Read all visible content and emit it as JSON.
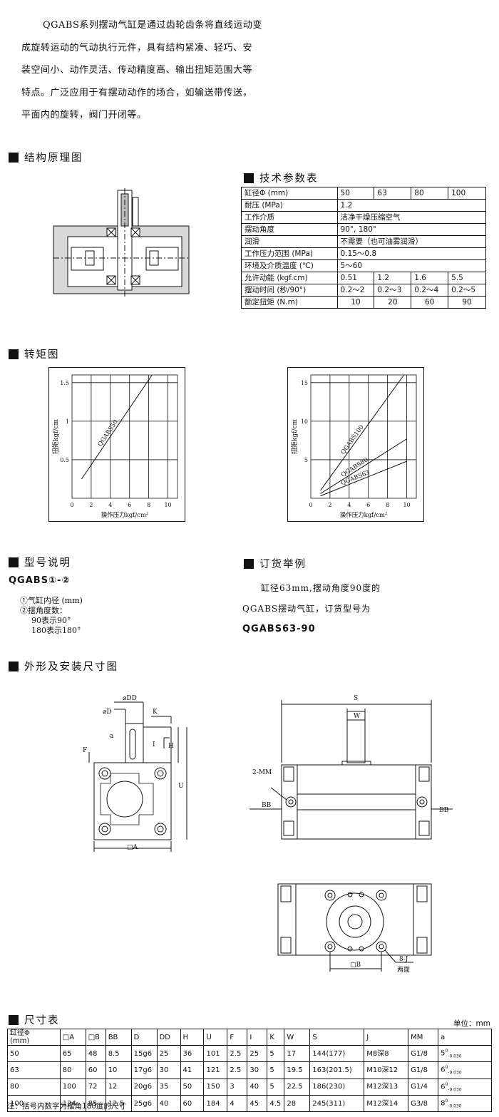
{
  "intro": {
    "lines": [
      "QGABS系列摆动气缸是通过齿轮齿条将直线运动变",
      "成旋转运动的气动执行元件，具有结构紧凑、轻巧、安",
      "装空间小、动作灵活、传动精度高、输出扭矩范围大等",
      "特点。广泛应用于有摆动动作的场合，如输送带传送，",
      "平面内的旋转，阀门开闭等。"
    ]
  },
  "sections": {
    "structure": "结构原理图",
    "tech": "技术参数表",
    "torque": "转矩图",
    "model": "型号说明",
    "order": "订货举例",
    "outline": "外形及安装尺寸图",
    "dims": "尺寸表"
  },
  "spec_table": {
    "header": {
      "label": "缸径Φ (mm)",
      "values": [
        "50",
        "63",
        "80",
        "100"
      ]
    },
    "rows": [
      {
        "label": "耐压 (MPa)",
        "value": "1.2"
      },
      {
        "label": "工作介质",
        "value": "洁净干燥压缩空气"
      },
      {
        "label": "摆动角度",
        "value": "90°, 180°"
      },
      {
        "label": "润滑",
        "value": "不需要（也可油雾润滑）"
      },
      {
        "label": "工作压力范围 (MPa)",
        "value": "0.15～0.8"
      },
      {
        "label": "环境及介质温度 (℃)",
        "value": "5～60"
      }
    ],
    "multi_rows": [
      {
        "label": "允许动能 (kgf.cm)",
        "values": [
          "0.51",
          "1.2",
          "1.6",
          "5.5"
        ]
      },
      {
        "label": "摆动时间 (秒/90°)",
        "values": [
          "0.2～2",
          "0.2～3",
          "0.2～4",
          "0.2～5"
        ]
      },
      {
        "label": "额定扭矩 (N.m)",
        "values": [
          "10",
          "20",
          "60",
          "90"
        ]
      }
    ]
  },
  "chart_data": [
    {
      "type": "line",
      "ylabel": "扭矩kgf/cm",
      "xlabel": "操作压力kgf/cm²",
      "xlim": [
        0,
        11
      ],
      "ylim": [
        0,
        1.6
      ],
      "xticks": [
        "0",
        "2",
        "4",
        "6",
        "8",
        "10"
      ],
      "yticks": [
        "0.5",
        "1",
        "1.5"
      ],
      "grid": true,
      "series": [
        {
          "name": "QGABS50",
          "x": [
            1,
            9
          ],
          "y": [
            0.25,
            1.72
          ]
        }
      ]
    },
    {
      "type": "line",
      "ylabel": "扭矩kgf/cm",
      "xlabel": "操作压力kgf/cm²",
      "xlim": [
        0,
        11
      ],
      "ylim": [
        0,
        16
      ],
      "xticks": [
        "0",
        "2",
        "4",
        "6",
        "8",
        "10"
      ],
      "yticks": [
        "5",
        "10",
        "15"
      ],
      "grid": true,
      "series": [
        {
          "name": "QGABS100",
          "x": [
            1,
            10
          ],
          "y": [
            1,
            16.5
          ]
        },
        {
          "name": "QGABS80",
          "x": [
            1,
            10
          ],
          "y": [
            0.6,
            7.7
          ]
        },
        {
          "name": "QGABS63",
          "x": [
            1,
            10
          ],
          "y": [
            0.3,
            4.8
          ]
        }
      ]
    }
  ],
  "model": {
    "code": "QGABS①-②",
    "item1": "①气缸内径 (mm)",
    "item2": "②摆角度数：",
    "item2a": "90表示90°",
    "item2b": "180表示180°"
  },
  "order": {
    "line1": "缸径63mm,摆动角度90度的",
    "line2": "QGABS摆动气缸，订货型号为",
    "code": "QGABS63-90"
  },
  "drawing_labels": {
    "dd": "⌀DD",
    "d": "⌀D",
    "k": "K",
    "a": "a",
    "i": "I",
    "h": "H",
    "f": "F",
    "u": "U",
    "sqA": "□A",
    "s": "S",
    "w": "W",
    "mm2": "2-MM",
    "bb": "BB",
    "sqB": "□B",
    "j8": "8-J",
    "both": "两面"
  },
  "unit": "单位：mm",
  "dim_table": {
    "headers": [
      "缸径Φ\n(mm)",
      "□A",
      "□B",
      "BB",
      "D",
      "DD",
      "H",
      "U",
      "F",
      "I",
      "K",
      "W",
      "S",
      "J",
      "MM",
      "a"
    ],
    "rows": [
      [
        "50",
        "65",
        "48",
        "8.5",
        "15g6",
        "25",
        "36",
        "101",
        "2.5",
        "25",
        "5",
        "17",
        "144(177)",
        "M8深8",
        "G1/8",
        "5",
        "0"
      ],
      [
        "63",
        "80",
        "60",
        "10",
        "17g6",
        "30",
        "41",
        "121",
        "2.5",
        "30",
        "5",
        "19.5",
        "163(201.5)",
        "M10深12",
        "G1/8",
        "6",
        "0"
      ],
      [
        "80",
        "100",
        "72",
        "12",
        "20g6",
        "35",
        "50",
        "150",
        "3",
        "40",
        "5",
        "22.5",
        "186(230)",
        "M12深13",
        "G1/4",
        "6",
        "0"
      ],
      [
        "100",
        "124",
        "85",
        "12.5",
        "25g6",
        "40",
        "60",
        "184",
        "4",
        "45",
        "4.5",
        "28",
        "245(311)",
        "M12深14",
        "G3/8",
        "8",
        "0"
      ]
    ],
    "tol": "-0.030",
    "note": "注：括号内数字为摆角180度的尺寸"
  }
}
